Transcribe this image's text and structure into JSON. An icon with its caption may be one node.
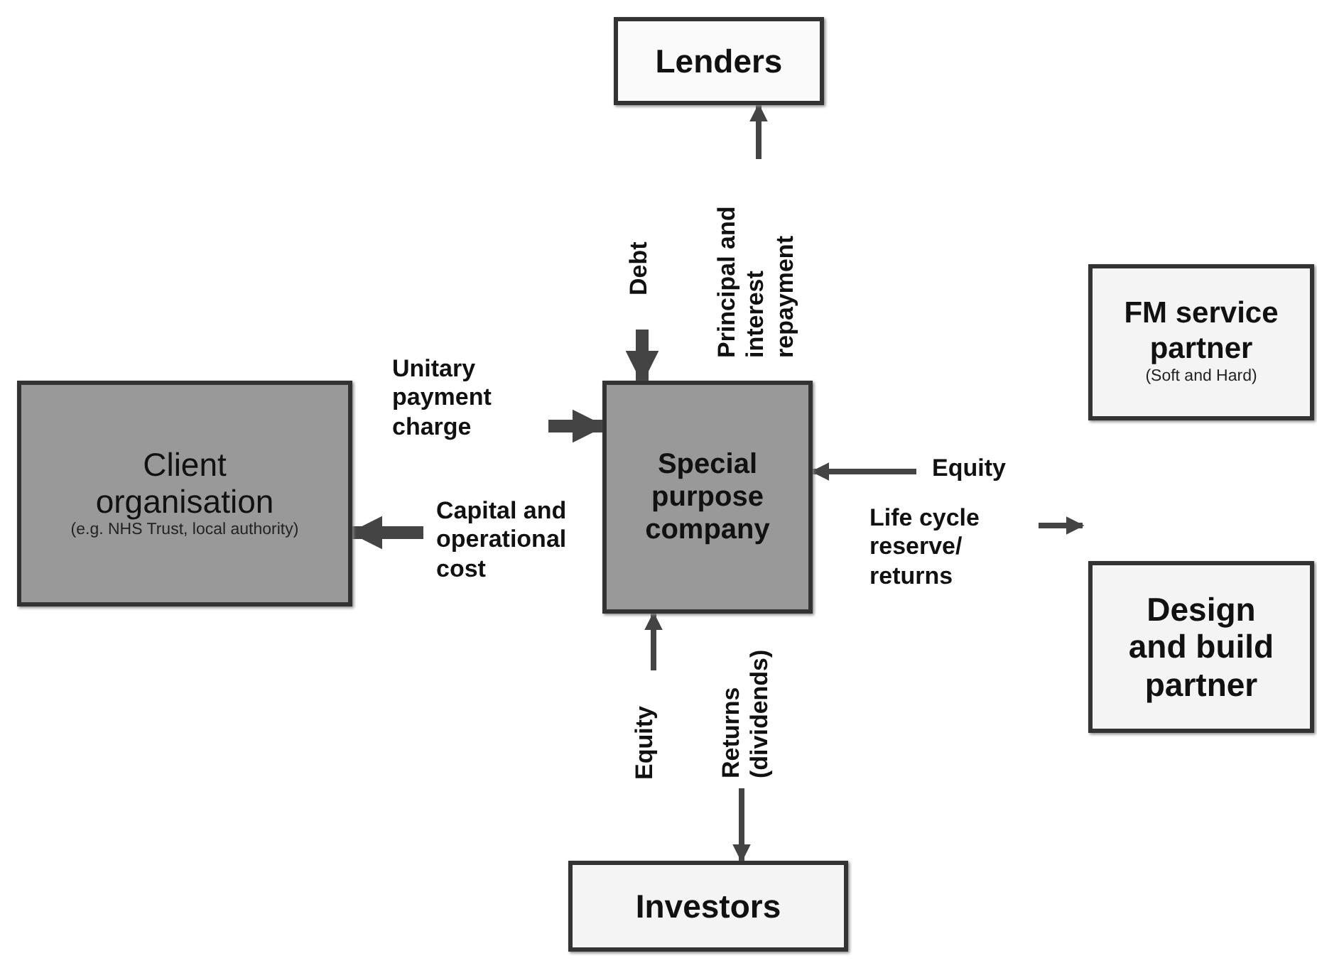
{
  "diagram": {
    "nodes": [
      {
        "text": [
          "Lenders"
        ]
      },
      {
        "text": [
          "FM service partner",
          "(Soft and Hard)"
        ]
      },
      {
        "text": [
          "Client organisation",
          "(e.g. NHS Trust, local authority)"
        ]
      },
      {
        "text": [
          "Special purpose company"
        ]
      },
      {
        "text": [
          "Design and build partner"
        ]
      },
      {
        "text": [
          "Investors"
        ]
      }
    ],
    "edges": [
      {
        "from": null,
        "to": 3,
        "arrow": "to",
        "label": "Debt",
        "style": "thick"
      },
      {
        "from": null,
        "to": 0,
        "arrow": "to",
        "label": "Principal and interest repayment"
      },
      {
        "from": null,
        "to": 3,
        "arrow": "to",
        "label": "Unitary payment charge",
        "style": "thick"
      },
      {
        "from": null,
        "to": 2,
        "arrow": "to",
        "label": "Capital and operational cost",
        "style": "thick"
      },
      {
        "from": null,
        "to": 3,
        "arrow": "to",
        "label": "Equity"
      },
      {
        "from": null,
        "to": 3,
        "arrow": "to",
        "label": "Equity"
      },
      {
        "from": null,
        "to": 5,
        "arrow": "to",
        "label": "Returns (dividends)"
      }
    ],
    "labels": [
      "Life cycle reserve/ returns"
    ]
  }
}
